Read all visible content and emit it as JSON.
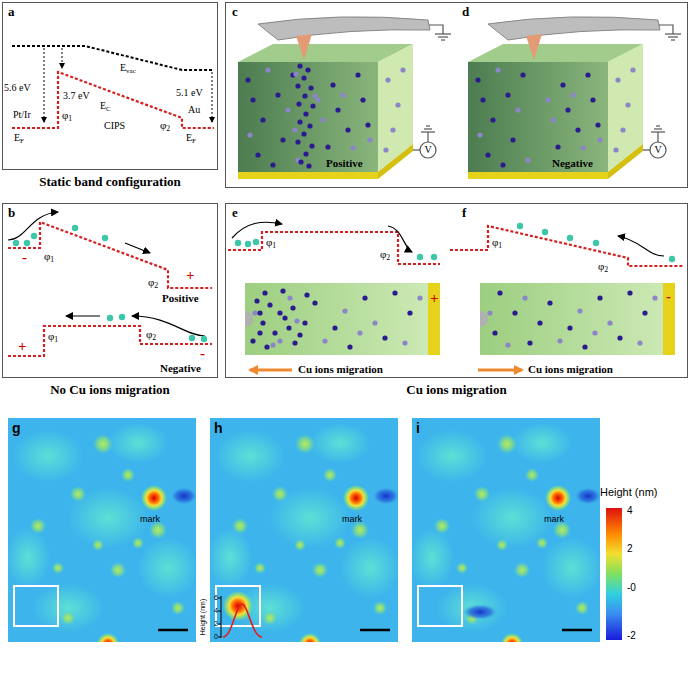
{
  "diagram": {
    "nodes": [
      {
        "text": [
          "a",
          "Static band configuration"
        ]
      },
      {
        "text": [
          "b",
          "No Cu ions migration"
        ]
      },
      {
        "text": [
          "c",
          "d"
        ]
      },
      {
        "text": [
          "e",
          "f",
          "Cu ions migration"
        ]
      },
      {
        "text": [
          "g"
        ]
      },
      {
        "text": [
          "h"
        ]
      },
      {
        "text": [
          "i"
        ]
      }
    ],
    "labels": [
      "5.6 eV",
      "3.7 eV",
      "Evac",
      "EC",
      "Pt/Ir",
      "φ1",
      "φ2",
      "5.1 eV",
      "Au",
      "EF",
      "EF",
      "CIPS",
      "-",
      "+",
      "φ1",
      "φ2",
      "Positive",
      "+",
      "-",
      "φ1",
      "φ2",
      "Negative",
      "V",
      "Positive",
      "V",
      "Negative",
      "φ1",
      "φ2",
      "+",
      "Cu ions migration",
      "φ1",
      "φ2",
      "-",
      "Cu ions migration",
      "mark",
      "mark",
      "Height (nm)",
      "6",
      "4",
      "2",
      "0",
      "mark",
      "Height (nm)",
      "4",
      "2",
      "-0",
      "-2"
    ]
  }
}
